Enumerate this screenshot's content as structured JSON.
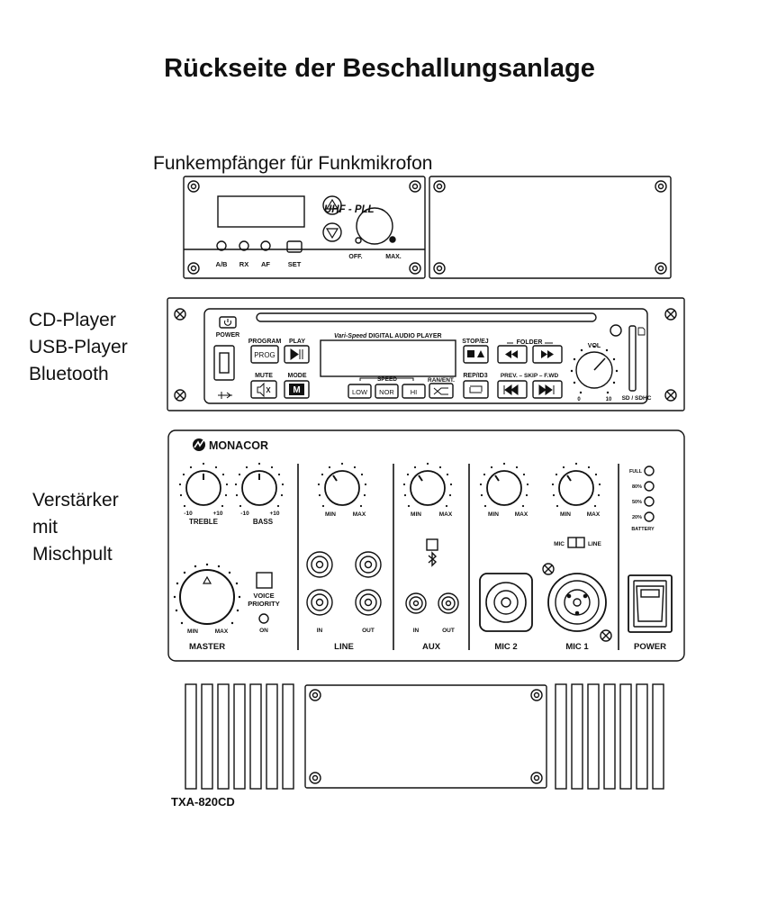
{
  "title": "Rückseite der Beschallungsanlage",
  "tuner": {
    "caption": "Funkempfänger für Funkmikrofon",
    "brand": "UHF - PLL",
    "leds": [
      "A/B",
      "RX",
      "AF"
    ],
    "set_label": "SET",
    "knob_min": "OFF.",
    "knob_max": "MAX."
  },
  "player_labels": [
    "CD-Player",
    "USB-Player",
    "Bluetooth"
  ],
  "player": {
    "power": "POWER",
    "program": "PROGRAM",
    "prog_btn": "PROG",
    "play": "PLAY",
    "mute": "MUTE",
    "mode": "MODE",
    "mode_btn": "M",
    "brand_italic": "Vari-Speed",
    "brand_rest": " DIGITAL AUDIO PLAYER",
    "speed": "SPEED",
    "speed_low": "LOW",
    "speed_nor": "NOR",
    "speed_hi": "HI",
    "ran": "RAN/ENT.",
    "stop": "STOP/EJ",
    "folder": "FOLDER",
    "rep": "REP/ID3",
    "skip": "PREV. – SKIP – F.WD",
    "vol": "VOL",
    "vol_min": "0",
    "vol_max": "10",
    "card": "SD / SDHC"
  },
  "amp_labels": [
    "Verstärker",
    "mit",
    "Mischpult"
  ],
  "amp": {
    "brand": "MONACOR",
    "treble": "TREBLE",
    "bass": "BASS",
    "tone_min": "-10",
    "tone_max": "+10",
    "knob_min": "MIN",
    "knob_max": "MAX",
    "master": "MASTER",
    "voice_priority_1": "VOICE",
    "voice_priority_2": "PRIORITY",
    "on": "ON",
    "line": "LINE",
    "aux": "AUX",
    "in": "IN",
    "out": "OUT",
    "mic2": "MIC 2",
    "mic1": "MIC 1",
    "mic_switch_mic": "MIC",
    "mic_switch_line": "LINE",
    "power": "POWER",
    "battery": "BATTERY",
    "battery_levels": [
      "FULL",
      "80%",
      "50%",
      "20%"
    ]
  },
  "model": "TXA-820CD"
}
